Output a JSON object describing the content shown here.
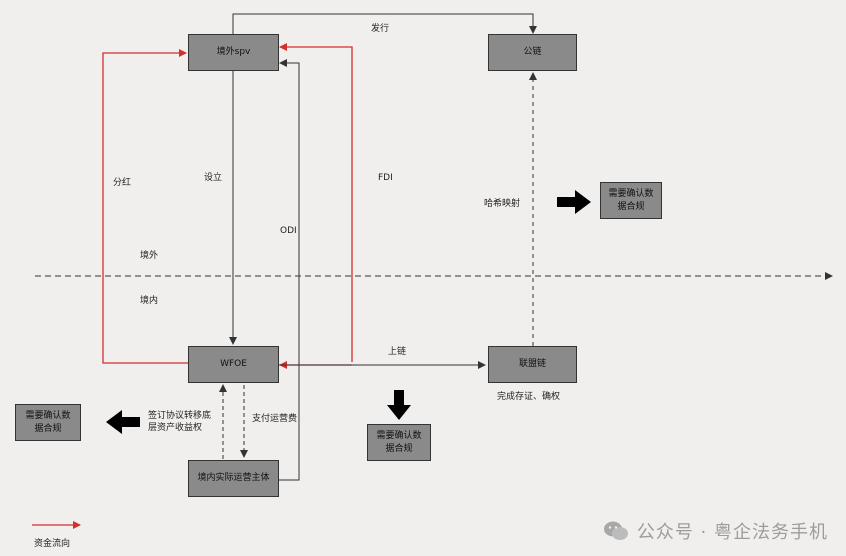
{
  "nodes": {
    "offshore_spv": "境外spv",
    "public_chain": "公链",
    "wfoe": "WFOE",
    "consortium_chain": "联盟链",
    "domestic_entity": "境内实际运营主体",
    "confirm_right": "需要确认数据合规",
    "confirm_bottom": "需要确认数据合规",
    "confirm_left": "需要确认数据合规"
  },
  "labels": {
    "issue": "发行",
    "dividend": "分红",
    "establish": "设立",
    "fdi": "FDI",
    "odi": "ODI",
    "hash_mapping": "哈希映射",
    "offshore": "境外",
    "onshore": "境内",
    "on_chain": "上链",
    "evidence": "完成存证、确权",
    "sign_agreement": "签订协议转移底层资产收益权",
    "pay_fee": "支付运营费"
  },
  "legend": {
    "fund_flow": "资金流向",
    "fund_flow_color": "#d32f2f"
  },
  "watermark": "公众号 · 粤企法务手机",
  "colors": {
    "node_fill": "#8a8a8a",
    "line": "#333333",
    "red": "#d32f2f"
  }
}
